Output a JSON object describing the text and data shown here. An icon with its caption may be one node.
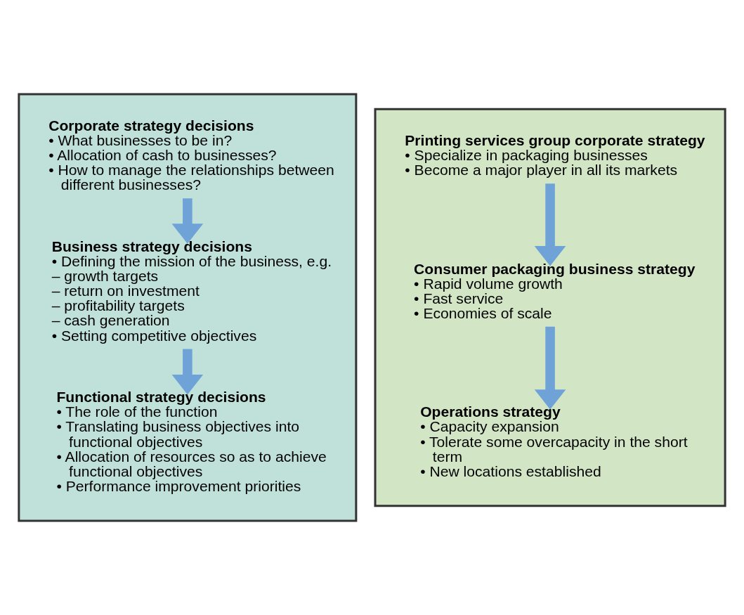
{
  "diagram": {
    "nodes": [
      {
        "text": [],
        "shape": "chevron"
      },
      {
        "text": [
          "Corporate strategy decisions",
          "• What businesses to be in?",
          "• Allocation of cash to businesses?",
          "• How to manage the relationships between different businesses?"
        ],
        "in": 0
      },
      {
        "text": [
          "Business strategy decisions",
          "• Defining the mission of the business, e.g.",
          "– growth targets",
          "– return on investment",
          "– profitability targets",
          "– cash generation",
          "• Setting competitive objectives"
        ],
        "in": 0
      },
      {
        "text": [
          "Functional strategy decisions",
          "• The role of the function",
          "• Translating business objectives into functional objectives",
          "• Allocation of resources so as to achieve functional objectives",
          "• Performance improvement priorities"
        ],
        "in": 0
      },
      {
        "text": [],
        "shape": "chevron"
      },
      {
        "text": [
          "Printing services group corporate strategy",
          "• Specialize in packaging businesses",
          "• Become a major player in all its markets"
        ],
        "in": 4
      },
      {
        "text": [
          "Consumer packaging business strategy",
          "• Rapid volume growth",
          "• Fast service",
          "• Economies of scale"
        ],
        "in": 4
      },
      {
        "text": [
          "Operations strategy",
          "• Capacity expansion",
          "• Tolerate some overcapacity in the short term",
          "• New locations established"
        ],
        "in": 4
      }
    ],
    "edges": [
      {
        "from": 1,
        "to": 2,
        "arrow": "to"
      },
      {
        "from": 2,
        "to": 3,
        "arrow": "to"
      },
      {
        "from": 5,
        "to": 6,
        "arrow": "to"
      },
      {
        "from": 6,
        "to": 7,
        "arrow": "to"
      }
    ]
  }
}
